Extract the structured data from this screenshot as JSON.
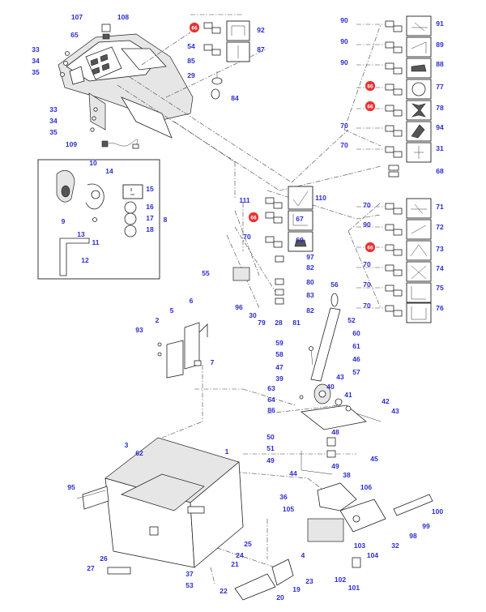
{
  "diagram": {
    "callout_labels": [
      "1",
      "2",
      "3",
      "4",
      "5",
      "6",
      "7",
      "8",
      "9",
      "10",
      "11",
      "12",
      "13",
      "14",
      "15",
      "16",
      "17",
      "18",
      "19",
      "20",
      "21",
      "22",
      "23",
      "24",
      "25",
      "26",
      "27",
      "28",
      "29",
      "30",
      "31",
      "32",
      "33",
      "34",
      "35",
      "36",
      "37",
      "38",
      "39",
      "40",
      "41",
      "42",
      "43",
      "44",
      "45",
      "46",
      "47",
      "48",
      "49",
      "50",
      "51",
      "52",
      "53",
      "54",
      "55",
      "56",
      "57",
      "58",
      "59",
      "60",
      "61",
      "62",
      "63",
      "64",
      "65",
      "67",
      "68",
      "69",
      "70",
      "71",
      "72",
      "73",
      "74",
      "75",
      "76",
      "77",
      "78",
      "79",
      "80",
      "81",
      "82",
      "83",
      "84",
      "85",
      "86",
      "87",
      "88",
      "89",
      "90",
      "91",
      "92",
      "93",
      "94",
      "95",
      "96",
      "97",
      "98",
      "99",
      "100",
      "101",
      "102",
      "103",
      "104",
      "105",
      "106",
      "107",
      "108",
      "109",
      "110",
      "111"
    ],
    "highlight_badge": "66",
    "badge_color": "#e8322f",
    "label_color": "#2b2bd0"
  }
}
